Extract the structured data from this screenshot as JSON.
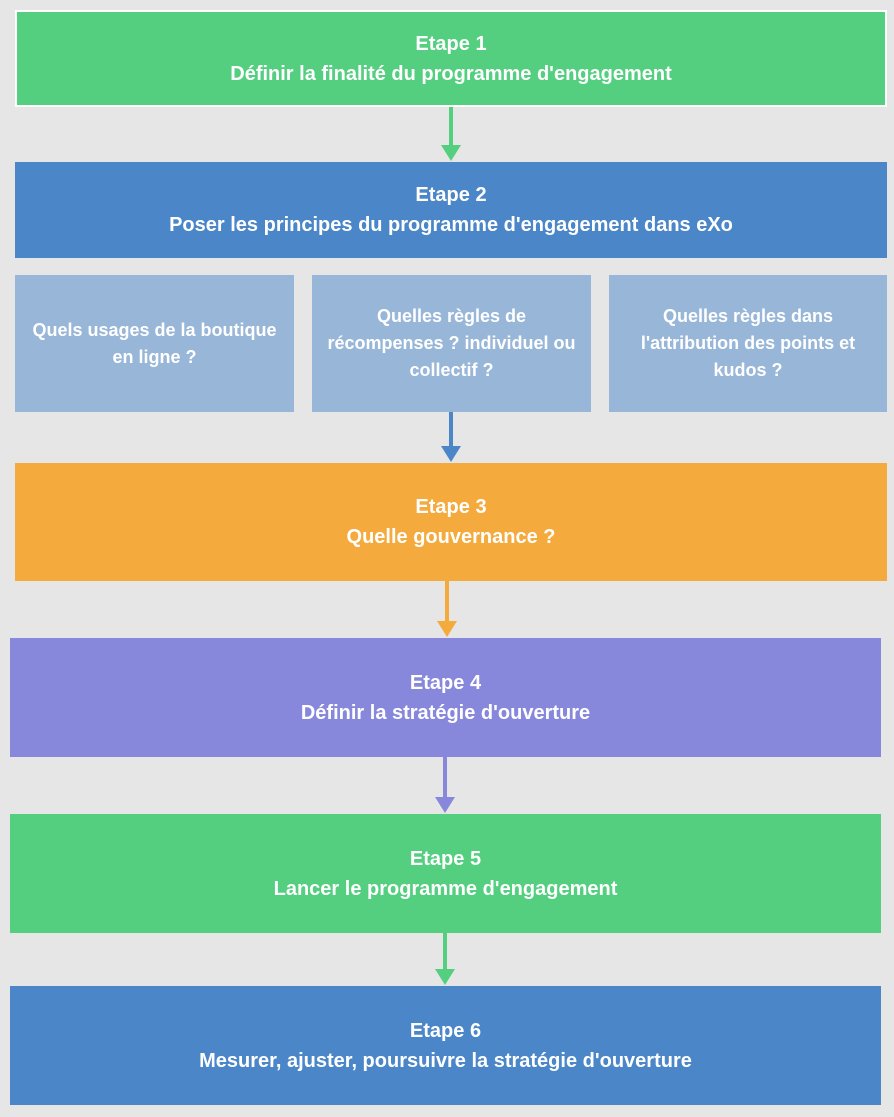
{
  "steps": [
    {
      "label": "Etape 1",
      "title": "Définir la finalité du programme d'engagement",
      "color": "#54cf80"
    },
    {
      "label": "Etape 2",
      "title": "Poser les principes du programme d'engagement dans eXo",
      "color": "#4a86c8"
    },
    {
      "label": "Etape 3",
      "title": "Quelle gouvernance ?",
      "color": "#f4aa3c"
    },
    {
      "label": "Etape 4",
      "title": "Définir la stratégie d'ouverture",
      "color": "#8788dc"
    },
    {
      "label": "Etape 5",
      "title": "Lancer le programme d'engagement",
      "color": "#54cf80"
    },
    {
      "label": "Etape 6",
      "title": "Mesurer, ajuster, poursuivre la stratégie d'ouverture",
      "color": "#4a86c8"
    }
  ],
  "questions": [
    "Quels usages de la boutique en ligne ?",
    "Quelles règles de récompenses ? individuel ou collectif ?",
    "Quelles règles dans l'attribution des points et kudos ?"
  ],
  "colors": {
    "background": "#e6e6e6",
    "question_box": "#98b6d8"
  }
}
